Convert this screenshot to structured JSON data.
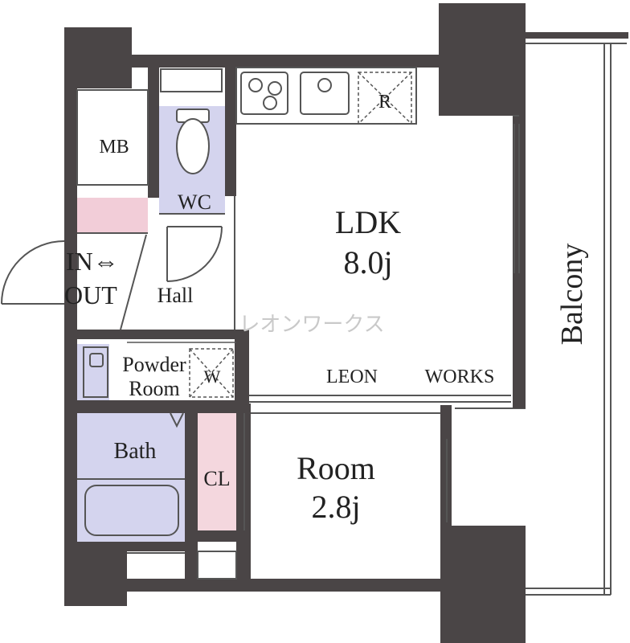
{
  "rooms": {
    "mb": "MB",
    "wc": "WC",
    "entrance_in": "IN⇔",
    "entrance_out": "OUT",
    "hall": "Hall",
    "ldk_name": "LDK",
    "ldk_size": "8.0j",
    "powder_line1": "Powder",
    "powder_line2": "Room",
    "washer": "W",
    "bath": "Bath",
    "closet": "CL",
    "room_name": "Room",
    "room_size": "2.8j",
    "fridge": "R",
    "balcony": "Balcony"
  },
  "watermark": {
    "katakana": "レオンワークス",
    "word1": "LEON",
    "word2": "WORKS"
  },
  "colors": {
    "wall": "#4a4546",
    "wc_fill": "#d4d4ee",
    "bath_fill": "#d4d4ee",
    "closet_fill": "#f4d7de",
    "pink_strip": "#f2cdd8",
    "fixture": "#bcbcc8",
    "line": "#555555"
  }
}
